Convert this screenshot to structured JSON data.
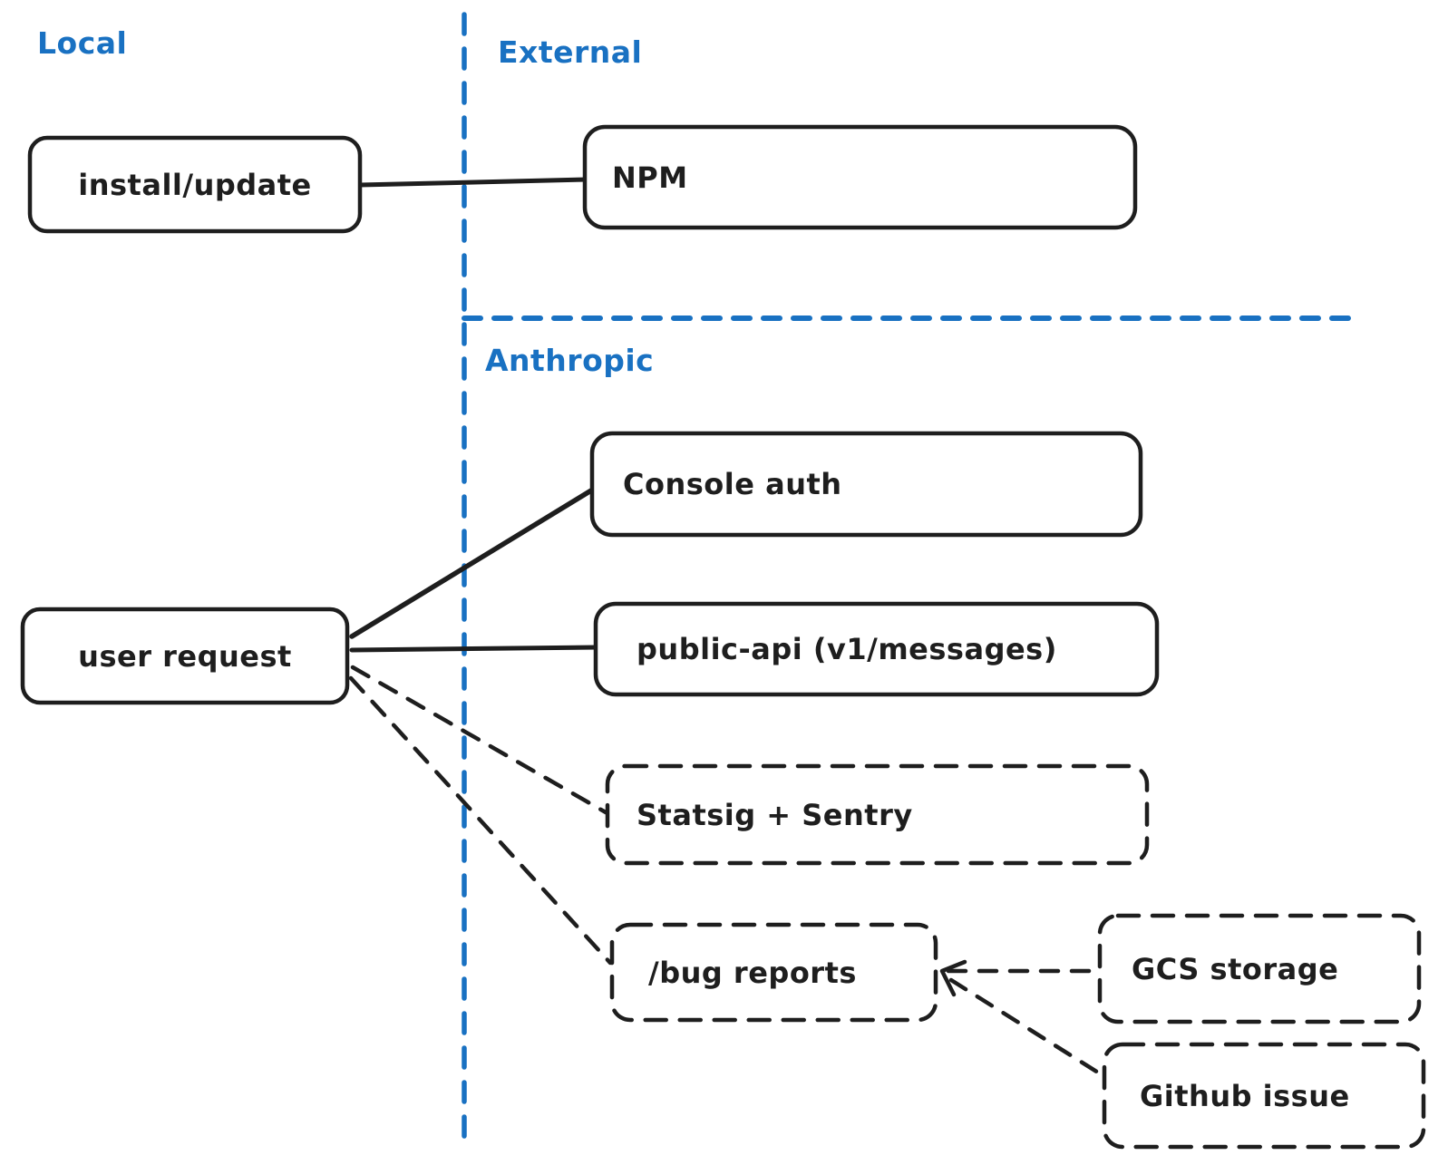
{
  "colors": {
    "ink": "#1e1e1e",
    "blue": "#1971c2",
    "background": "#ffffff"
  },
  "zones": {
    "local": "Local",
    "external": "External",
    "anthropic": "Anthropic"
  },
  "nodes": {
    "install_update": {
      "label": "install/update",
      "border": "solid",
      "zone": "local"
    },
    "npm": {
      "label": "NPM",
      "border": "solid",
      "zone": "external"
    },
    "user_request": {
      "label": "user request",
      "border": "solid",
      "zone": "local"
    },
    "console_auth": {
      "label": "Console auth",
      "border": "solid",
      "zone": "anthropic"
    },
    "public_api": {
      "label": "public-api (v1/messages)",
      "border": "solid",
      "zone": "anthropic"
    },
    "statsig_sentry": {
      "label": "Statsig + Sentry",
      "border": "dashed",
      "zone": "anthropic"
    },
    "bug_reports": {
      "label": "/bug reports",
      "border": "dashed",
      "zone": "anthropic"
    },
    "gcs_storage": {
      "label": "GCS storage",
      "border": "dashed",
      "zone": "anthropic"
    },
    "github_issue": {
      "label": "Github issue",
      "border": "dashed",
      "zone": "anthropic"
    }
  },
  "edges": [
    {
      "from": "install_update",
      "to": "npm",
      "style": "solid",
      "arrow": "none"
    },
    {
      "from": "user_request",
      "to": "console_auth",
      "style": "solid",
      "arrow": "none"
    },
    {
      "from": "user_request",
      "to": "public_api",
      "style": "solid",
      "arrow": "none"
    },
    {
      "from": "user_request",
      "to": "statsig_sentry",
      "style": "dashed",
      "arrow": "none"
    },
    {
      "from": "user_request",
      "to": "bug_reports",
      "style": "dashed",
      "arrow": "none"
    },
    {
      "from": "gcs_storage",
      "to": "bug_reports",
      "style": "dashed",
      "arrow": "at-bug-reports"
    },
    {
      "from": "github_issue",
      "to": "bug_reports",
      "style": "dashed",
      "arrow": "at-bug-reports"
    }
  ]
}
